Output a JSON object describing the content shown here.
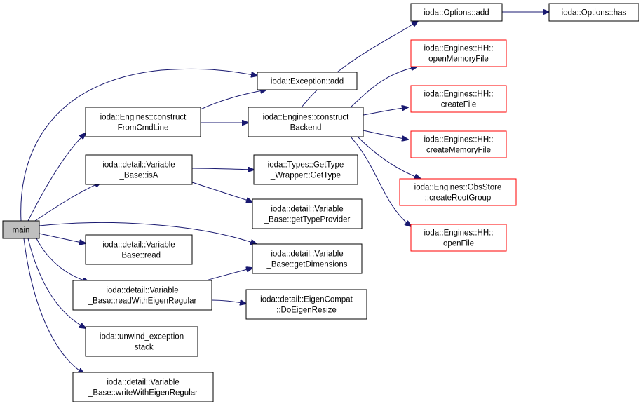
{
  "diagram": {
    "type": "call-graph",
    "colors": {
      "edge": "#191970",
      "border": "#000000",
      "truncated_border": "#ff0000",
      "root_fill": "#bfbfbf"
    },
    "nodes": [
      {
        "id": "main",
        "lines": [
          "main"
        ],
        "style": "root"
      },
      {
        "id": "opts_add",
        "lines": [
          "ioda::Options::add"
        ],
        "style": "normal"
      },
      {
        "id": "opts_has",
        "lines": [
          "ioda::Options::has"
        ],
        "style": "normal"
      },
      {
        "id": "hh_openmem",
        "lines": [
          "ioda::Engines::HH::",
          "openMemoryFile"
        ],
        "style": "truncated"
      },
      {
        "id": "exc_add",
        "lines": [
          "ioda::Exception::add"
        ],
        "style": "normal"
      },
      {
        "id": "hh_create",
        "lines": [
          "ioda::Engines::HH::",
          "createFile"
        ],
        "style": "truncated"
      },
      {
        "id": "construct_cmd",
        "lines": [
          "ioda::Engines::construct",
          "FromCmdLine"
        ],
        "style": "normal"
      },
      {
        "id": "construct_backend",
        "lines": [
          "ioda::Engines::construct",
          "Backend"
        ],
        "style": "normal"
      },
      {
        "id": "hh_creatememory",
        "lines": [
          "ioda::Engines::HH::",
          "createMemoryFile"
        ],
        "style": "truncated"
      },
      {
        "id": "var_isa",
        "lines": [
          "ioda::detail::Variable",
          "_Base::isA"
        ],
        "style": "normal"
      },
      {
        "id": "gettype",
        "lines": [
          "ioda::Types::GetType",
          "_Wrapper::GetType"
        ],
        "style": "normal"
      },
      {
        "id": "obsstore_root",
        "lines": [
          "ioda::Engines::ObsStore",
          "::createRootGroup"
        ],
        "style": "truncated"
      },
      {
        "id": "var_gettypeprovider",
        "lines": [
          "ioda::detail::Variable",
          "_Base::getTypeProvider"
        ],
        "style": "normal"
      },
      {
        "id": "hh_open",
        "lines": [
          "ioda::Engines::HH::",
          "openFile"
        ],
        "style": "truncated"
      },
      {
        "id": "var_read",
        "lines": [
          "ioda::detail::Variable",
          "_Base::read"
        ],
        "style": "normal"
      },
      {
        "id": "var_getdims",
        "lines": [
          "ioda::detail::Variable",
          "_Base::getDimensions"
        ],
        "style": "normal"
      },
      {
        "id": "var_readeigen",
        "lines": [
          "ioda::detail::Variable",
          "_Base::readWithEigenRegular"
        ],
        "style": "normal"
      },
      {
        "id": "eigen_resize",
        "lines": [
          "ioda::detail::EigenCompat",
          "::DoEigenResize"
        ],
        "style": "normal"
      },
      {
        "id": "unwind",
        "lines": [
          "ioda::unwind_exception",
          "_stack"
        ],
        "style": "normal"
      },
      {
        "id": "var_writeeigen",
        "lines": [
          "ioda::detail::Variable",
          "_Base::writeWithEigenRegular"
        ],
        "style": "normal"
      }
    ],
    "edges": [
      {
        "from": "main",
        "to": "exc_add"
      },
      {
        "from": "main",
        "to": "construct_cmd"
      },
      {
        "from": "main",
        "to": "var_isa"
      },
      {
        "from": "main",
        "to": "var_getdims"
      },
      {
        "from": "main",
        "to": "var_read"
      },
      {
        "from": "main",
        "to": "var_readeigen"
      },
      {
        "from": "main",
        "to": "unwind"
      },
      {
        "from": "main",
        "to": "var_writeeigen"
      },
      {
        "from": "construct_cmd",
        "to": "exc_add"
      },
      {
        "from": "construct_cmd",
        "to": "construct_backend"
      },
      {
        "from": "construct_backend",
        "to": "opts_add"
      },
      {
        "from": "construct_backend",
        "to": "hh_openmem"
      },
      {
        "from": "construct_backend",
        "to": "hh_create"
      },
      {
        "from": "construct_backend",
        "to": "hh_creatememory"
      },
      {
        "from": "construct_backend",
        "to": "obsstore_root"
      },
      {
        "from": "construct_backend",
        "to": "hh_open"
      },
      {
        "from": "opts_add",
        "to": "opts_has"
      },
      {
        "from": "var_isa",
        "to": "gettype"
      },
      {
        "from": "var_isa",
        "to": "var_gettypeprovider"
      },
      {
        "from": "var_readeigen",
        "to": "var_getdims"
      },
      {
        "from": "var_readeigen",
        "to": "eigen_resize"
      }
    ]
  }
}
